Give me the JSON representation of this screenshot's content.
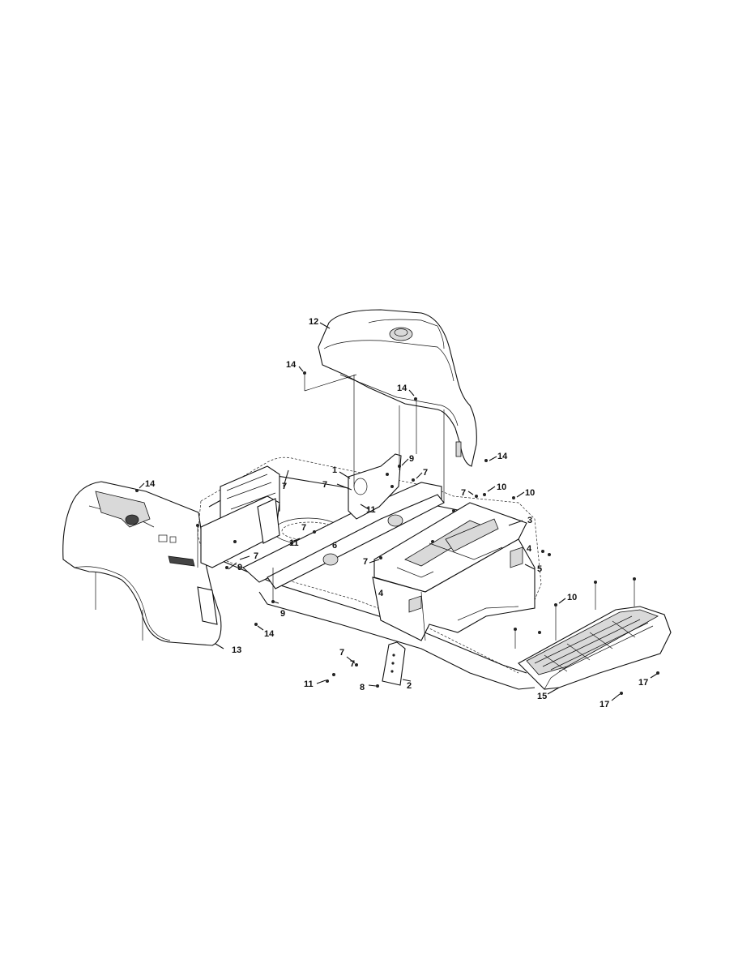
{
  "callouts": [
    {
      "id": "c12a",
      "text": "12"
    },
    {
      "id": "c14a",
      "text": "14"
    },
    {
      "id": "c14b",
      "text": "14"
    },
    {
      "id": "c14c",
      "text": "14"
    },
    {
      "id": "c14d",
      "text": "14"
    },
    {
      "id": "c14e",
      "text": "14"
    },
    {
      "id": "c9a",
      "text": "9"
    },
    {
      "id": "c9b",
      "text": "9"
    },
    {
      "id": "c9c",
      "text": "9"
    },
    {
      "id": "c1a",
      "text": "1"
    },
    {
      "id": "c7a",
      "text": "7"
    },
    {
      "id": "c7b",
      "text": "7"
    },
    {
      "id": "c7c",
      "text": "7"
    },
    {
      "id": "c7d",
      "text": "7"
    },
    {
      "id": "c7e",
      "text": "7"
    },
    {
      "id": "c7f",
      "text": "7"
    },
    {
      "id": "c7g",
      "text": "7"
    },
    {
      "id": "c7h",
      "text": "7"
    },
    {
      "id": "c7i",
      "text": "7"
    },
    {
      "id": "c10a",
      "text": "10"
    },
    {
      "id": "c10b",
      "text": "10"
    },
    {
      "id": "c10c",
      "text": "10"
    },
    {
      "id": "c11a",
      "text": "11"
    },
    {
      "id": "c11b",
      "text": "11"
    },
    {
      "id": "c11c",
      "text": "11"
    },
    {
      "id": "c3a",
      "text": "3"
    },
    {
      "id": "c6a",
      "text": "6"
    },
    {
      "id": "c4a",
      "text": "4"
    },
    {
      "id": "c4b",
      "text": "4"
    },
    {
      "id": "c5a",
      "text": "5"
    },
    {
      "id": "c13a",
      "text": "13"
    },
    {
      "id": "c8a",
      "text": "8"
    },
    {
      "id": "c2a",
      "text": "2"
    },
    {
      "id": "c15a",
      "text": "15"
    },
    {
      "id": "c17a",
      "text": "17"
    },
    {
      "id": "c17b",
      "text": "17"
    }
  ]
}
